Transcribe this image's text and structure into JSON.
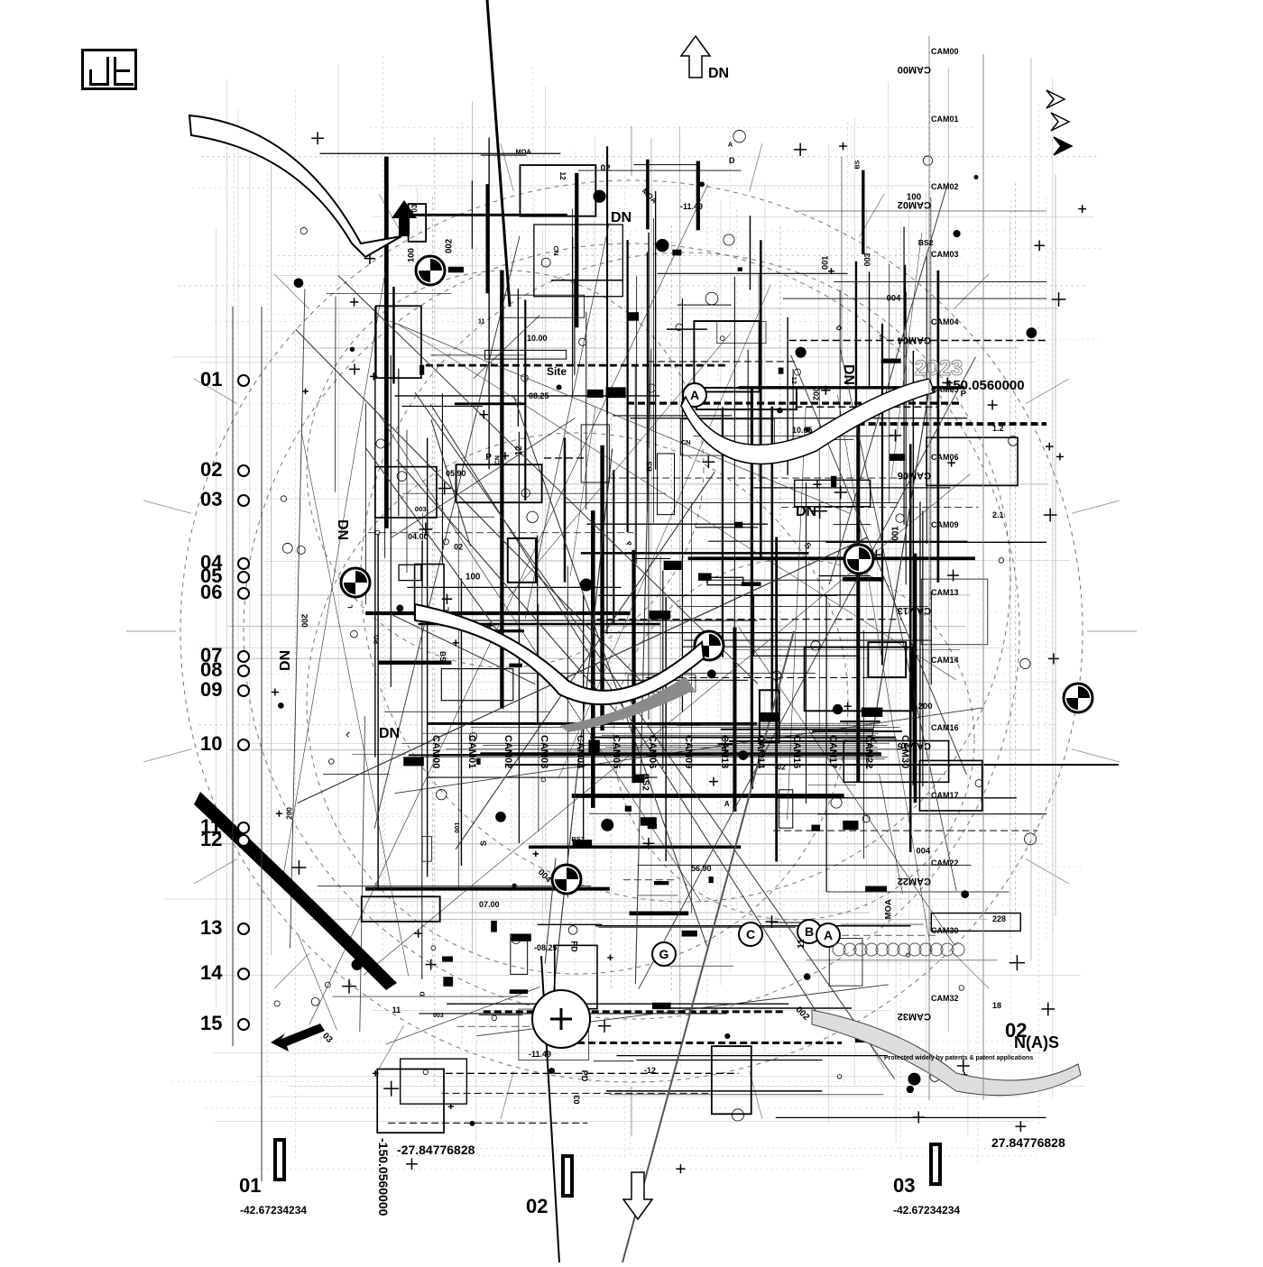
{
  "row_labels": [
    "01",
    "02",
    "03",
    "04",
    "05",
    "06",
    "07",
    "08",
    "09",
    "10",
    "11",
    "12",
    "13",
    "14",
    "15"
  ],
  "column_labels": [
    "01",
    "02",
    "03"
  ],
  "dn_labels": [
    "DN",
    "DN",
    "DN",
    "DN",
    "DN",
    "DN",
    "DN"
  ],
  "coordinates": {
    "lon_right": "150.0560000",
    "lon_bottom": "-150.0560000",
    "lat_left": "-27.84776828",
    "lat_right": "27.84776828",
    "bottom_left_code": "-42.67234234",
    "bottom_right_code": "-42.67234234"
  },
  "year_label": "2023",
  "patent_brand": "N(A)S",
  "patent_notice": "Protected widely by patents & patent applications",
  "site_label": "Site",
  "circle_letters": [
    "A",
    "B",
    "A",
    "C",
    "G"
  ],
  "measurements": [
    "10.00",
    "08.25",
    "05.90",
    "04.00",
    "-11.49",
    "07.00",
    "-08.25",
    "-11.49",
    "56.90",
    "10.65",
    "-12",
    "2.1",
    "1.2",
    "228",
    "18"
  ],
  "cam_labels": [
    "CAM00",
    "CAM01",
    "CAM02",
    "CAM03",
    "CAM04",
    "CAM05",
    "CAM06",
    "CAM09",
    "CAM13",
    "CAM14",
    "CAM16",
    "CAM17",
    "CAM22",
    "CAM30",
    "CAM32"
  ],
  "small_codes": [
    "001",
    "002",
    "003",
    "004",
    "100",
    "200",
    "02",
    "03",
    "12",
    "11",
    "BS",
    "BS2",
    "CN",
    "MOA",
    "PD",
    "S",
    "P",
    "D",
    "A",
    "L"
  ],
  "colors": {
    "ink": "#000000",
    "paper": "#ffffff",
    "grid": "#bdbdbd",
    "ribbon": "#8a8a8a"
  }
}
